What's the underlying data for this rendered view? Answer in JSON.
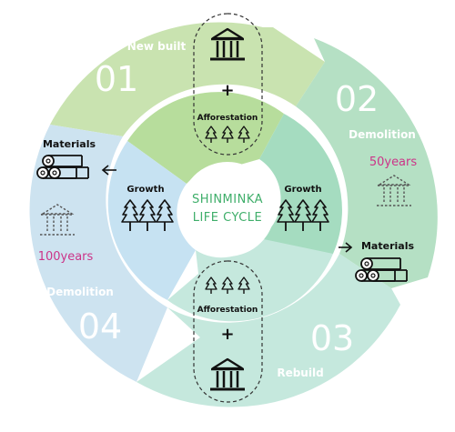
{
  "center": {
    "line1": "SHINMINKA",
    "line2": "LIFE CYCLE"
  },
  "segments": {
    "s01": {
      "number": "01",
      "title": "New built"
    },
    "s02": {
      "number": "02",
      "title": "Demolition",
      "years": "50years"
    },
    "s03": {
      "number": "03",
      "title": "Rebuild"
    },
    "s04": {
      "number": "04",
      "title": "Demolition",
      "years": "100years"
    }
  },
  "labels": {
    "afforestation": "Afforestation",
    "growth": "Growth",
    "materials": "Materials",
    "plus": "+"
  },
  "icons": [
    "building-icon",
    "tree-icon",
    "log-pile-icon",
    "arrow-icon"
  ],
  "colors": {
    "segment_01": "#c9e3b0",
    "segment_02": "#b5e0c4",
    "segment_03": "#c5e8dd",
    "segment_04": "#cde3f0",
    "inner_green": "#b7dd9c",
    "inner_teal": "#a5dcc0",
    "inner_blue": "#c6e2f2",
    "center_text": "#3fae6a",
    "years_text": "#cc3388"
  }
}
